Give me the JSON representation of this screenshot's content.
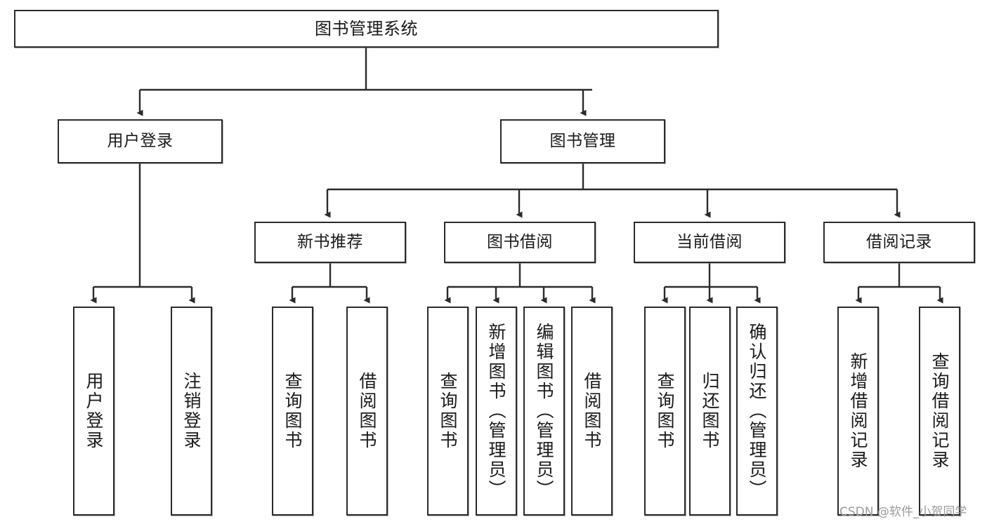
{
  "diagram": {
    "type": "tree-hierarchy",
    "title": "图书管理系统",
    "watermark": "CSDN @软件_小贺同学",
    "colors": {
      "box_border": "#2b2b2b",
      "box_fill": "#ffffff",
      "edge": "#2b2b2b",
      "text": "#1a1a1a",
      "watermark": "#9a9a9a",
      "background": "#ffffff"
    },
    "nodes": {
      "root": {
        "id": "root",
        "label": "图书管理系统",
        "level": 0
      },
      "l1": [
        {
          "id": "user-login",
          "label": "用户登录",
          "level": 1
        },
        {
          "id": "book-manage",
          "label": "图书管理",
          "level": 1
        }
      ],
      "l2": [
        {
          "id": "new-book-recommend",
          "label": "新书推荐",
          "level": 2,
          "parent": "book-manage"
        },
        {
          "id": "book-borrow",
          "label": "图书借阅",
          "level": 2,
          "parent": "book-manage"
        },
        {
          "id": "current-borrow",
          "label": "当前借阅",
          "level": 2,
          "parent": "book-manage"
        },
        {
          "id": "borrow-record",
          "label": "借阅记录",
          "level": 2,
          "parent": "book-manage"
        }
      ],
      "leaves": [
        {
          "id": "leaf-user-login",
          "label": "用户登录",
          "parent": "user-login"
        },
        {
          "id": "leaf-logout-login",
          "label": "注销登录",
          "parent": "user-login"
        },
        {
          "id": "leaf-query-book-1",
          "label": "查询图书",
          "parent": "new-book-recommend"
        },
        {
          "id": "leaf-borrow-book-1",
          "label": "借阅图书",
          "parent": "new-book-recommend"
        },
        {
          "id": "leaf-query-book-2",
          "label": "查询图书",
          "parent": "book-borrow"
        },
        {
          "id": "leaf-add-book",
          "label": "新增图书（管理员）",
          "parent": "book-borrow"
        },
        {
          "id": "leaf-edit-book",
          "label": "编辑图书（管理员）",
          "parent": "book-borrow"
        },
        {
          "id": "leaf-borrow-book-2",
          "label": "借阅图书",
          "parent": "book-borrow"
        },
        {
          "id": "leaf-query-book-3",
          "label": "查询图书",
          "parent": "current-borrow"
        },
        {
          "id": "leaf-return-book",
          "label": "归还图书",
          "parent": "current-borrow"
        },
        {
          "id": "leaf-confirm-return",
          "label": "确认归还（管理员）",
          "parent": "current-borrow"
        },
        {
          "id": "leaf-add-record",
          "label": "新增借阅记录",
          "parent": "borrow-record"
        },
        {
          "id": "leaf-query-record",
          "label": "查询借阅记录",
          "parent": "borrow-record"
        }
      ]
    }
  }
}
